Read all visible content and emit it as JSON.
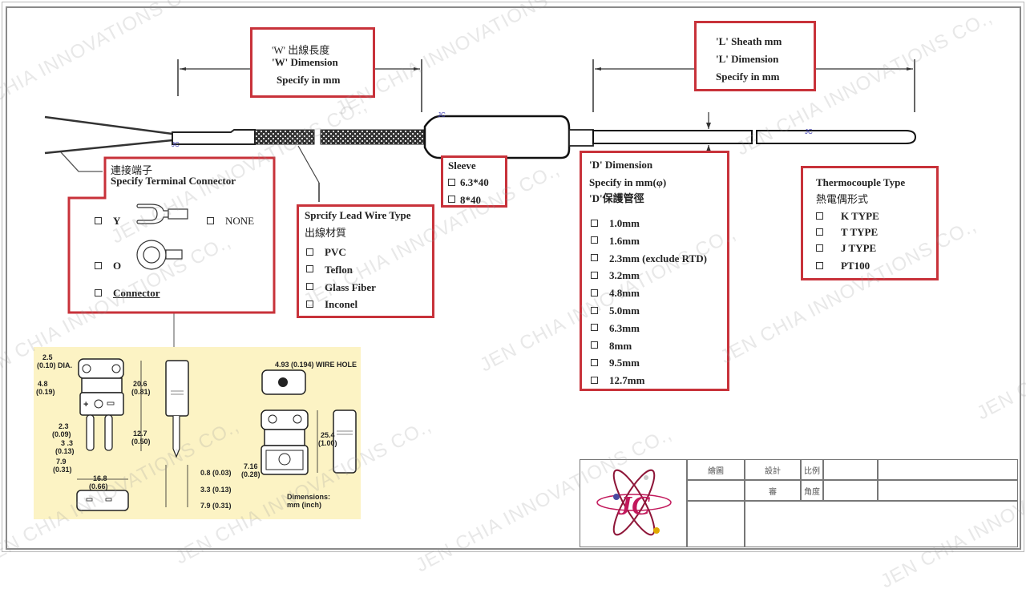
{
  "w_dimension": {
    "line1": "'W' 出線長度",
    "line2": "'W' Dimension",
    "line3": "Specify in mm"
  },
  "l_dimension": {
    "line1": "'L'  Sheath mm",
    "line2": "'L' Dimension",
    "line3": "Specify in mm"
  },
  "terminal_connector": {
    "title_zh": "連接端子",
    "title_en": "Specify Terminal Connector",
    "options": [
      {
        "label": "Y",
        "icon": "spade-terminal-icon"
      },
      {
        "label": "NONE"
      },
      {
        "label": "O",
        "icon": "ring-terminal-icon"
      },
      {
        "label": "Connector"
      }
    ]
  },
  "lead_wire": {
    "title_en": "Sprcify Lead Wire Type",
    "title_zh": "出線材質",
    "options": [
      "PVC",
      "Teflon",
      "Glass Fiber",
      "Inconel"
    ]
  },
  "sleeve": {
    "title": "Sleeve",
    "options": [
      "6.3*40",
      "8*40"
    ]
  },
  "d_dimension": {
    "title": "'D' Dimension",
    "subtitle": "Specify in mm(φ)",
    "title_zh": "'D'保護管徑",
    "options": [
      "1.0mm",
      "1.6mm",
      "2.3mm (exclude RTD)",
      "3.2mm",
      "4.8mm",
      "5.0mm",
      "6.3mm",
      "8mm",
      "9.5mm",
      "12.7mm"
    ]
  },
  "thermocouple": {
    "title_en": "Thermocouple Type",
    "title_zh": "熱電偶形式",
    "options": [
      "K TYPE",
      "T TYPE",
      "J TYPE",
      "PT100"
    ]
  },
  "connector_drawing": {
    "labels": {
      "hole_dia": "2.5",
      "hole_dia_in": "(0.10) DIA.",
      "d48": "4.8",
      "d48_in": "(0.19)",
      "d206": "20.6",
      "d206_in": "(0.81)",
      "d23": "2.3",
      "d23_in": "(0.09)",
      "d127": "12.7",
      "d127_in": "(0.50)",
      "d33": "3 .3",
      "d33_in": "(0.13)",
      "d79": "7.9",
      "d79_in": "(0.31)",
      "d168": "16.8",
      "d168_in": "(0.66)",
      "side_08": "0.8 (0.03)",
      "side_33": "3.3 (0.13)",
      "side_79": "7.9 (0.31)",
      "wire_hole": "4.93 (0.194) WIRE HOLE",
      "d254": "25.4",
      "d254_in": "(1.00)",
      "d716": "7.16",
      "d716_in": "(0.28)",
      "units_1": "Dimensions:",
      "units_2": "mm (inch)"
    }
  },
  "probe_marks": {
    "jc_label_1": "JC",
    "jc_label_2": "JC",
    "jc_label_3": "JC"
  },
  "title_block": {
    "logo_text": "JC",
    "drawn": "繪圖",
    "design": "設計",
    "scale": "比例",
    "check": "審",
    "angle": "角度"
  },
  "watermark": "JEN CHIA INNOVATIONS CO.,",
  "colors": {
    "box_border": "#c8323a",
    "connector_bg": "#fcf3c4",
    "logo": "#c2185b"
  }
}
